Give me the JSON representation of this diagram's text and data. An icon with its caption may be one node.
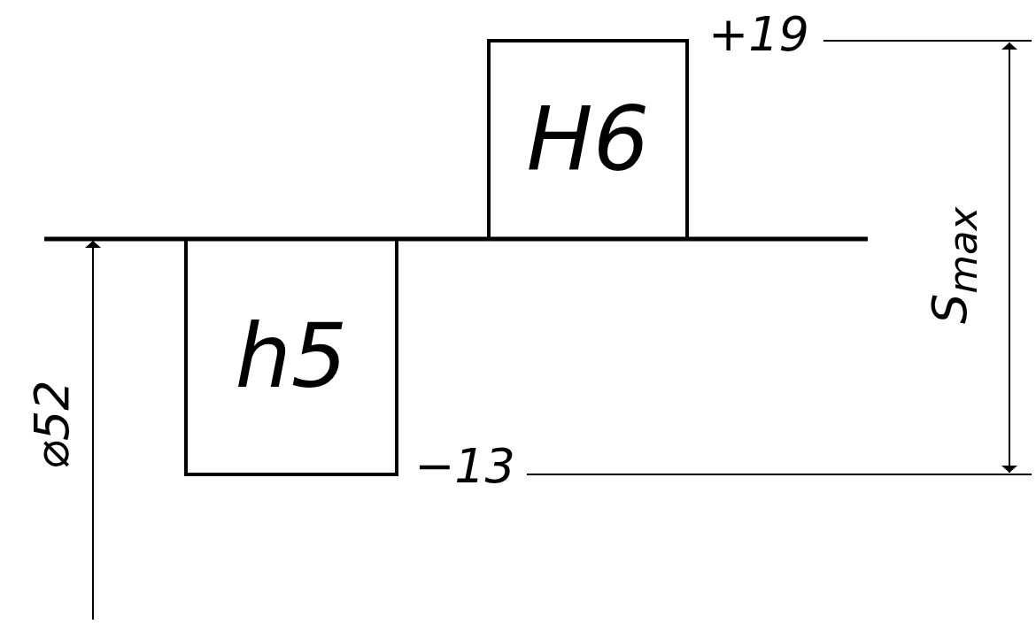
{
  "diagram": {
    "nodes": [
      {
        "text": [
          "H6"
        ],
        "beside": [
          "+19"
        ]
      },
      {
        "text": [
          "h5"
        ],
        "beside": [
          "−13"
        ]
      }
    ],
    "labels": [
      "⌀52",
      "S$_{max}$"
    ]
  }
}
